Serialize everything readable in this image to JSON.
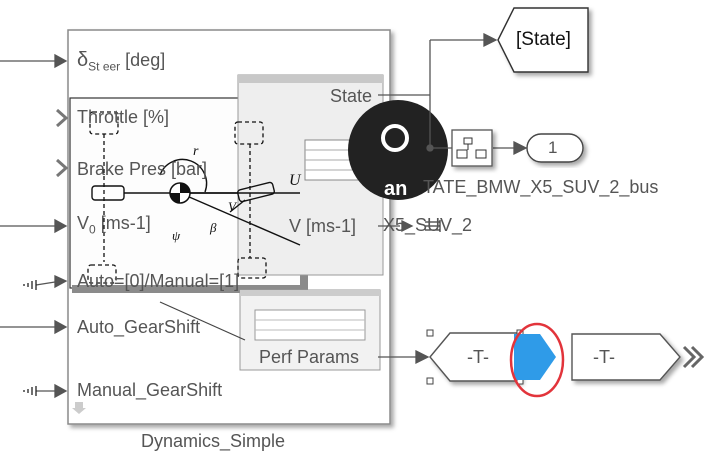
{
  "block": {
    "name": "Dynamics_Simple",
    "inports": [
      {
        "label_main": "δ",
        "label_sub": "St eer",
        "label_unit": "[deg]"
      },
      {
        "label": "Throttle [%]"
      },
      {
        "label": "Brake Pres [bar]"
      },
      {
        "label_main": "V",
        "label_sub": "0",
        "label_unit": "[ms-1]"
      },
      {
        "label": "Auto=[0]/Manual=[1]"
      },
      {
        "label": "Auto_GearShift"
      },
      {
        "label": "Manual_GearShift"
      }
    ],
    "outports": [
      {
        "label": "State"
      },
      {
        "label": "V",
        "label_unit": "[ms-1]"
      },
      {
        "label": "Perf Params"
      }
    ],
    "diagram_labels": {
      "r": "r",
      "U": "U",
      "beta": "β",
      "psi": "ψ",
      "V": "V"
    }
  },
  "goto_state": {
    "label": "[State]"
  },
  "outport_1": {
    "number": "1"
  },
  "bus_label": "TATE_BMW_X5_SUV_2_bus",
  "v_label": "X5_SUV_2",
  "from_tag": {
    "label": "-T-"
  },
  "goto_tag": {
    "label": "-T-"
  },
  "colors": {
    "selected_port": "#2f9be8",
    "highlight_ring": "#e2343b",
    "line": "#555555"
  }
}
